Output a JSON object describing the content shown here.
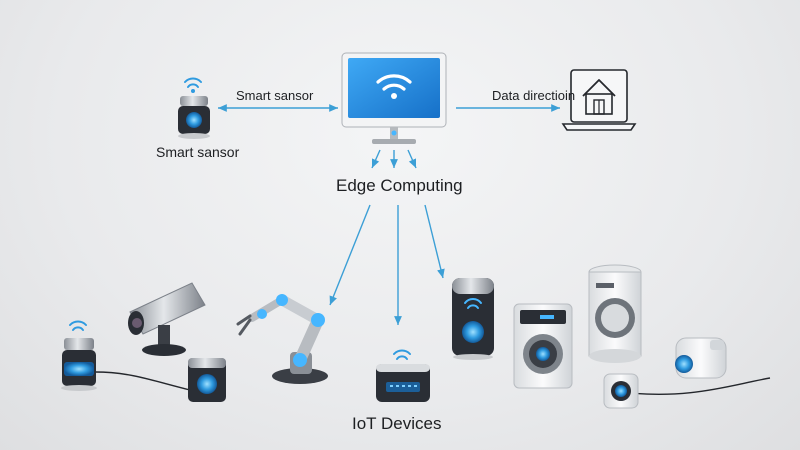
{
  "labels": {
    "sensor_arrow": "Smart sansor",
    "sensor_caption": "Smart sansor",
    "data_direction": "Data directioin",
    "edge_computing": "Edge Computing",
    "iot_devices": "IoT Devices"
  },
  "icons": {
    "monitor": "wifi-monitor-icon",
    "home": "house-laptop-icon",
    "smart_sensor": "smart-sensor-icon",
    "security_camera": "security-camera-icon",
    "robot_arm": "robot-arm-icon",
    "hub": "iot-hub-icon",
    "speaker": "smart-speaker-icon",
    "washer": "washing-machine-icon",
    "appliance": "smart-appliance-icon",
    "camera_cube": "camera-cube-icon"
  },
  "colors": {
    "accent_blue": "#2f9be0",
    "glow_blue": "#46b6ff",
    "device_dark": "#2a2e35",
    "arrow": "#3c9fd6",
    "background": "#e9eaec"
  }
}
